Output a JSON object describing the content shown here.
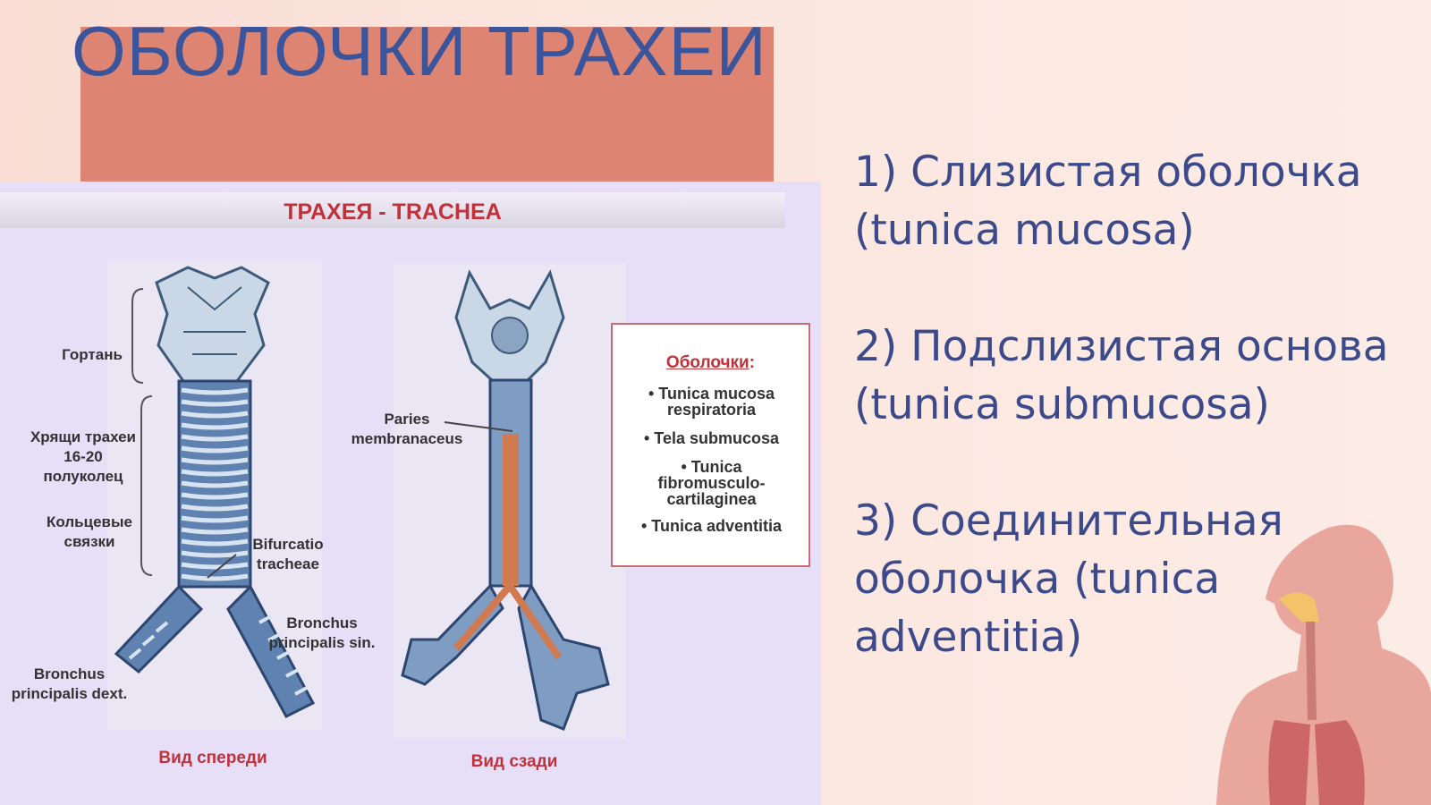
{
  "slide": {
    "title": "ОБОЛОЧКИ ТРАХЕИ",
    "accent_block_color": "#de8472",
    "title_color": "#3a559c"
  },
  "figure": {
    "title": "ТРАХЕЯ - TRACHEA",
    "labels": {
      "larynx": "Гортань",
      "cartilages": "Хрящи трахеи\n16-20\nполуколец",
      "ligaments": "Кольцевые\nсвязки",
      "bifurcation": "Bifurcatio\ntracheae",
      "bronchus_sin": "Bronchus\nprincipalis sin.",
      "bronchus_dext": "Bronchus\nprincipalis dext.",
      "paries": "Paries\nmembranaceus"
    },
    "captions": {
      "front": "Вид спереди",
      "back": "Вид сзади"
    },
    "legend": {
      "title": "Оболочки",
      "title_suffix": ":",
      "items": [
        "• Tunica mucosa\nrespiratoria",
        "• Tela submucosa",
        "• Tunica\nfibromusculo-\ncartilaginea",
        "• Tunica adventitia"
      ]
    }
  },
  "list": {
    "items": [
      "1) Слизистая оболочка\n(tunica mucosa)",
      "2) Подслизистая основа\n(tunica submucosa)",
      "3) Соединительная\nоболочка (tunica\nadventitia)"
    ]
  }
}
